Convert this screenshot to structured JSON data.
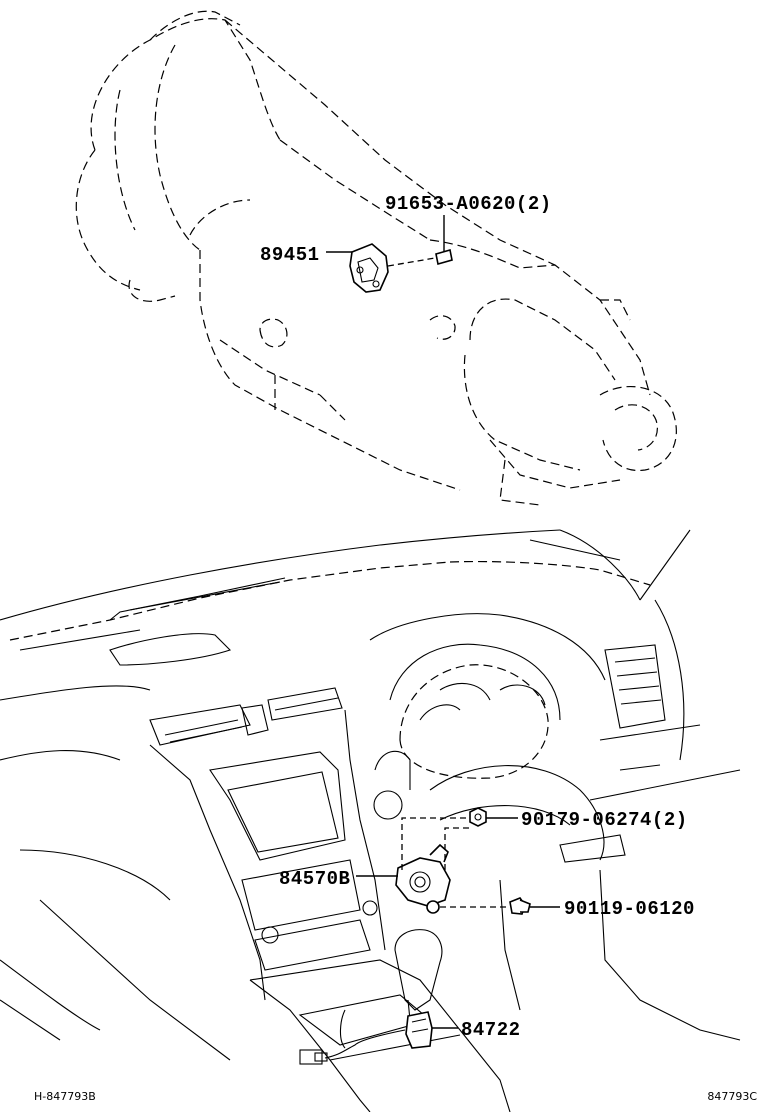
{
  "parts": {
    "bolt_top": "91653-A0620(2)",
    "sensor": "89451",
    "nut": "90179-06274(2)",
    "switch": "84570B",
    "screw": "90119-06120",
    "connector": "84722"
  },
  "codes": {
    "left": "H-847793B",
    "right": "847793C"
  }
}
